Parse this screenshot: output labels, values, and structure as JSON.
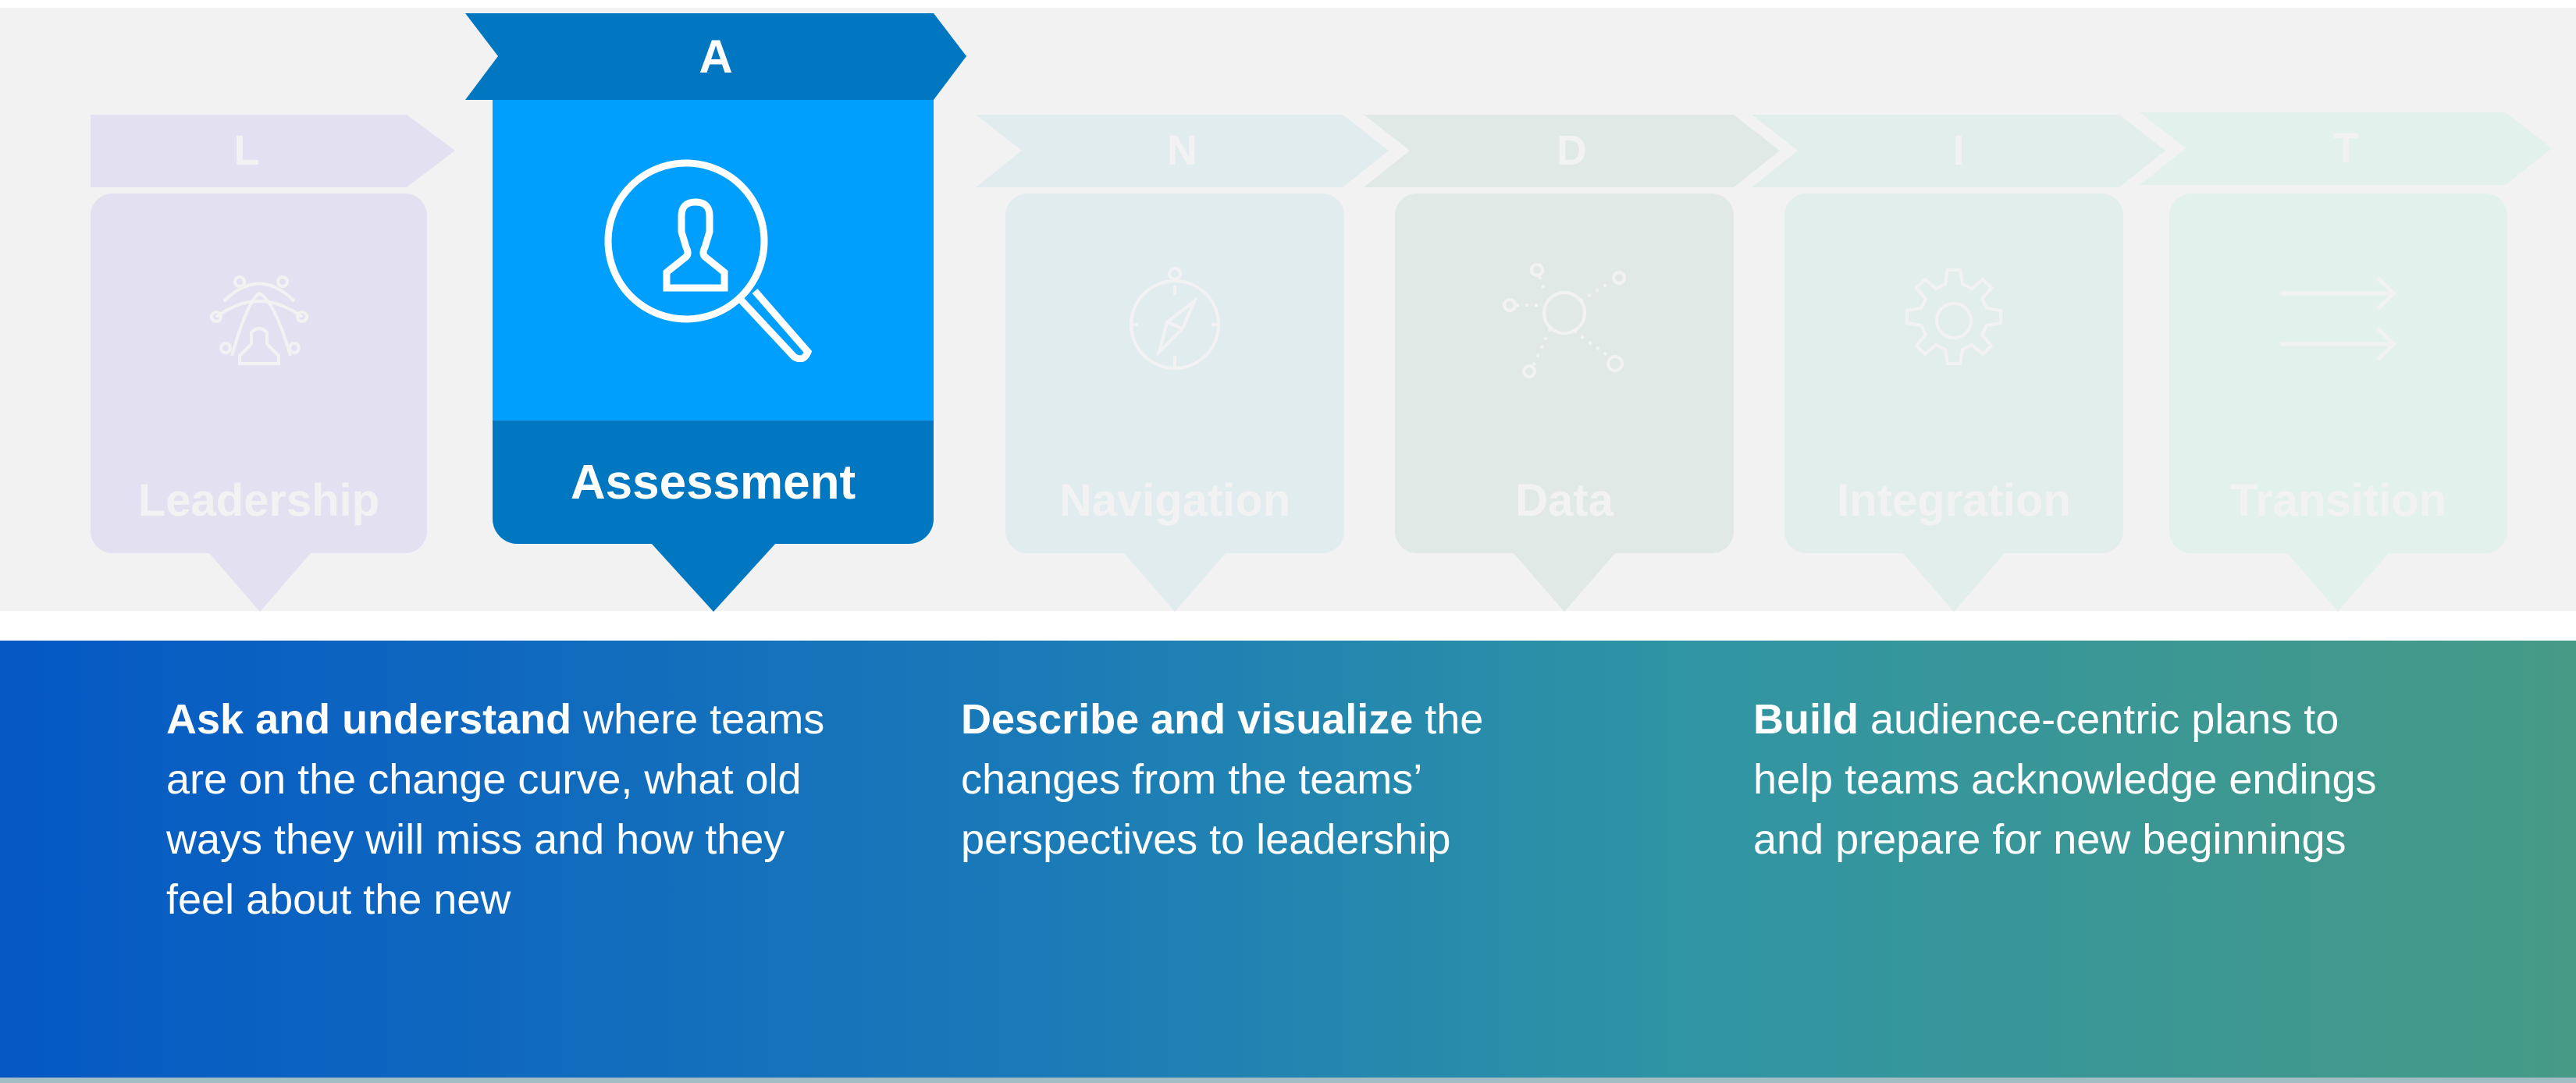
{
  "steps": [
    {
      "letter": "L",
      "label": "Leadership",
      "icon": "leadership-network-icon",
      "active": false,
      "color": "#e3e1f1"
    },
    {
      "letter": "A",
      "label": "Assessment",
      "icon": "magnifier-person-icon",
      "active": true,
      "color": "#0077c0",
      "accent": "#009ffd"
    },
    {
      "letter": "N",
      "label": "Navigation",
      "icon": "compass-icon",
      "active": false,
      "color": "#e1ecef"
    },
    {
      "letter": "D",
      "label": "Data",
      "icon": "data-nodes-icon",
      "active": false,
      "color": "#e1e9e7"
    },
    {
      "letter": "I",
      "label": "Integration",
      "icon": "gear-icon",
      "active": false,
      "color": "#e2eeeb"
    },
    {
      "letter": "T",
      "label": "Transition",
      "icon": "arrows-right-icon",
      "active": false,
      "color": "#e3f1ed"
    }
  ],
  "descriptions": [
    {
      "bold": "Ask and understand",
      "text": " where teams are on the change curve, what old ways they will miss and how they feel about the new"
    },
    {
      "bold": "Describe and visualize",
      "text": " the changes from the teams’ perspectives to leadership"
    },
    {
      "bold": "Build",
      "text": " audience-centric plans to help teams acknowledge endings and prepare for new beginnings"
    }
  ]
}
